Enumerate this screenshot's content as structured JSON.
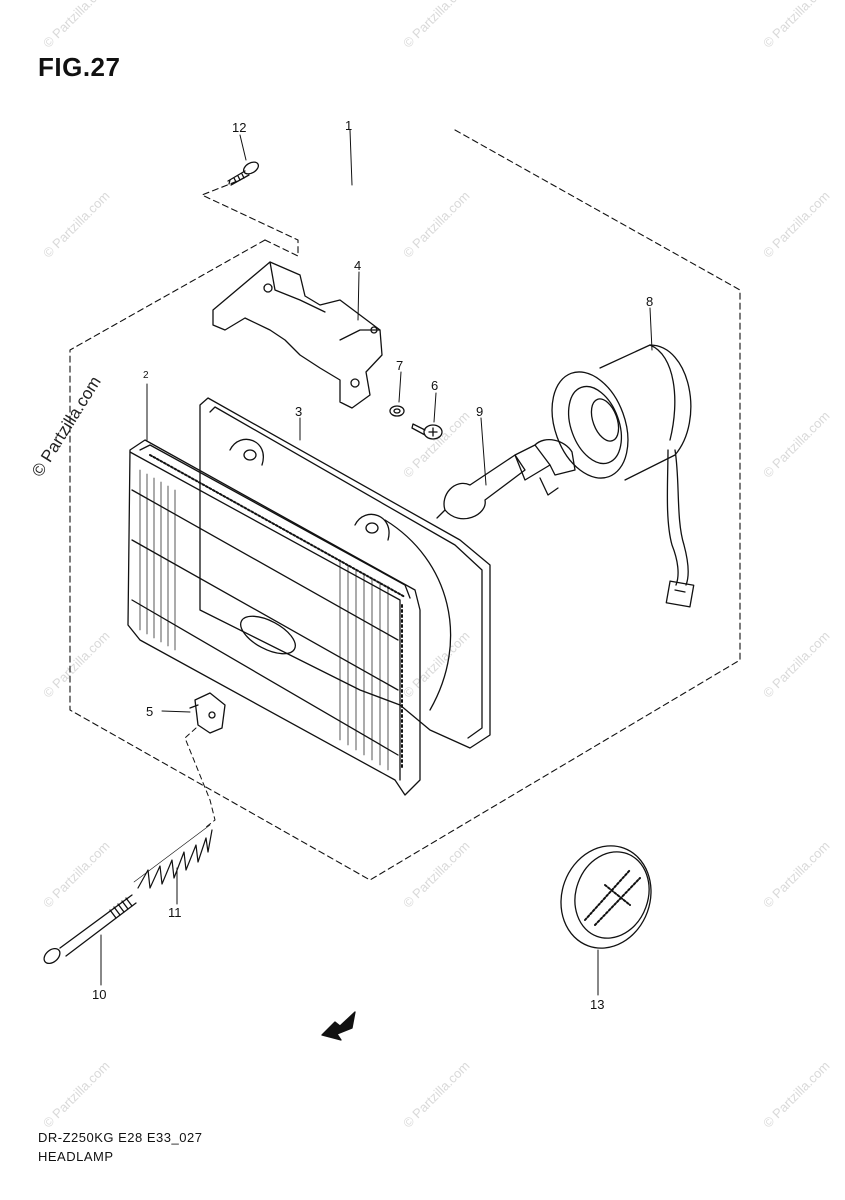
{
  "figure": {
    "title": "FIG.27",
    "model_code": "DR-Z250KG E28 E33_027",
    "section_name": "HEADLAMP"
  },
  "callouts": [
    {
      "id": "1",
      "label": "1"
    },
    {
      "id": "2",
      "label": "2"
    },
    {
      "id": "3",
      "label": "3"
    },
    {
      "id": "4",
      "label": "4"
    },
    {
      "id": "5",
      "label": "5"
    },
    {
      "id": "6",
      "label": "6"
    },
    {
      "id": "7",
      "label": "7"
    },
    {
      "id": "8",
      "label": "8"
    },
    {
      "id": "9",
      "label": "9"
    },
    {
      "id": "10",
      "label": "10"
    },
    {
      "id": "11",
      "label": "11"
    },
    {
      "id": "12",
      "label": "12"
    },
    {
      "id": "13",
      "label": "13"
    }
  ],
  "watermark": {
    "text": "© Partzilla.com",
    "side_text": "© Partzilla.com"
  },
  "fwd_marker": "FWD"
}
